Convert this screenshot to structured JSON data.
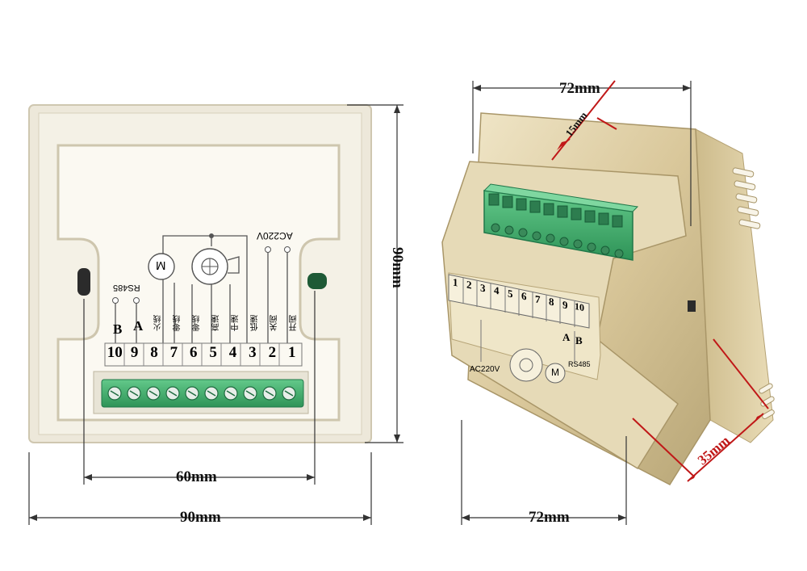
{
  "dimensions": {
    "back_width": "90mm",
    "back_height": "90mm",
    "mount_spacing": "60mm",
    "side_width_top": "72mm",
    "side_width_bottom": "72mm",
    "side_depth": "15mm",
    "side_depth_lower": "35mm"
  },
  "terminals": {
    "numbers": [
      "10",
      "9",
      "8",
      "7",
      "6",
      "5",
      "4",
      "3",
      "2",
      "1"
    ],
    "labels_cn": [
      "",
      "",
      "关阀",
      "开阀",
      "低速",
      "中速",
      "高速",
      "零线",
      "零线",
      "火线"
    ],
    "bus_letters": [
      "B",
      "A"
    ],
    "rs485": "RS485",
    "ac220": "AC220V",
    "motor_symbol": "M"
  },
  "side_terminals": {
    "numbers": [
      "1",
      "2",
      "3",
      "4",
      "5",
      "6",
      "7",
      "8",
      "9",
      "10"
    ],
    "ac220": "AC220V",
    "motor_symbol": "M",
    "bus_letters": [
      "A",
      "B"
    ],
    "rs485": "RS485"
  },
  "colors": {
    "case": "#ece7d6",
    "gold_case": "#d8c9a0",
    "terminal_green": "#3fae6a"
  }
}
